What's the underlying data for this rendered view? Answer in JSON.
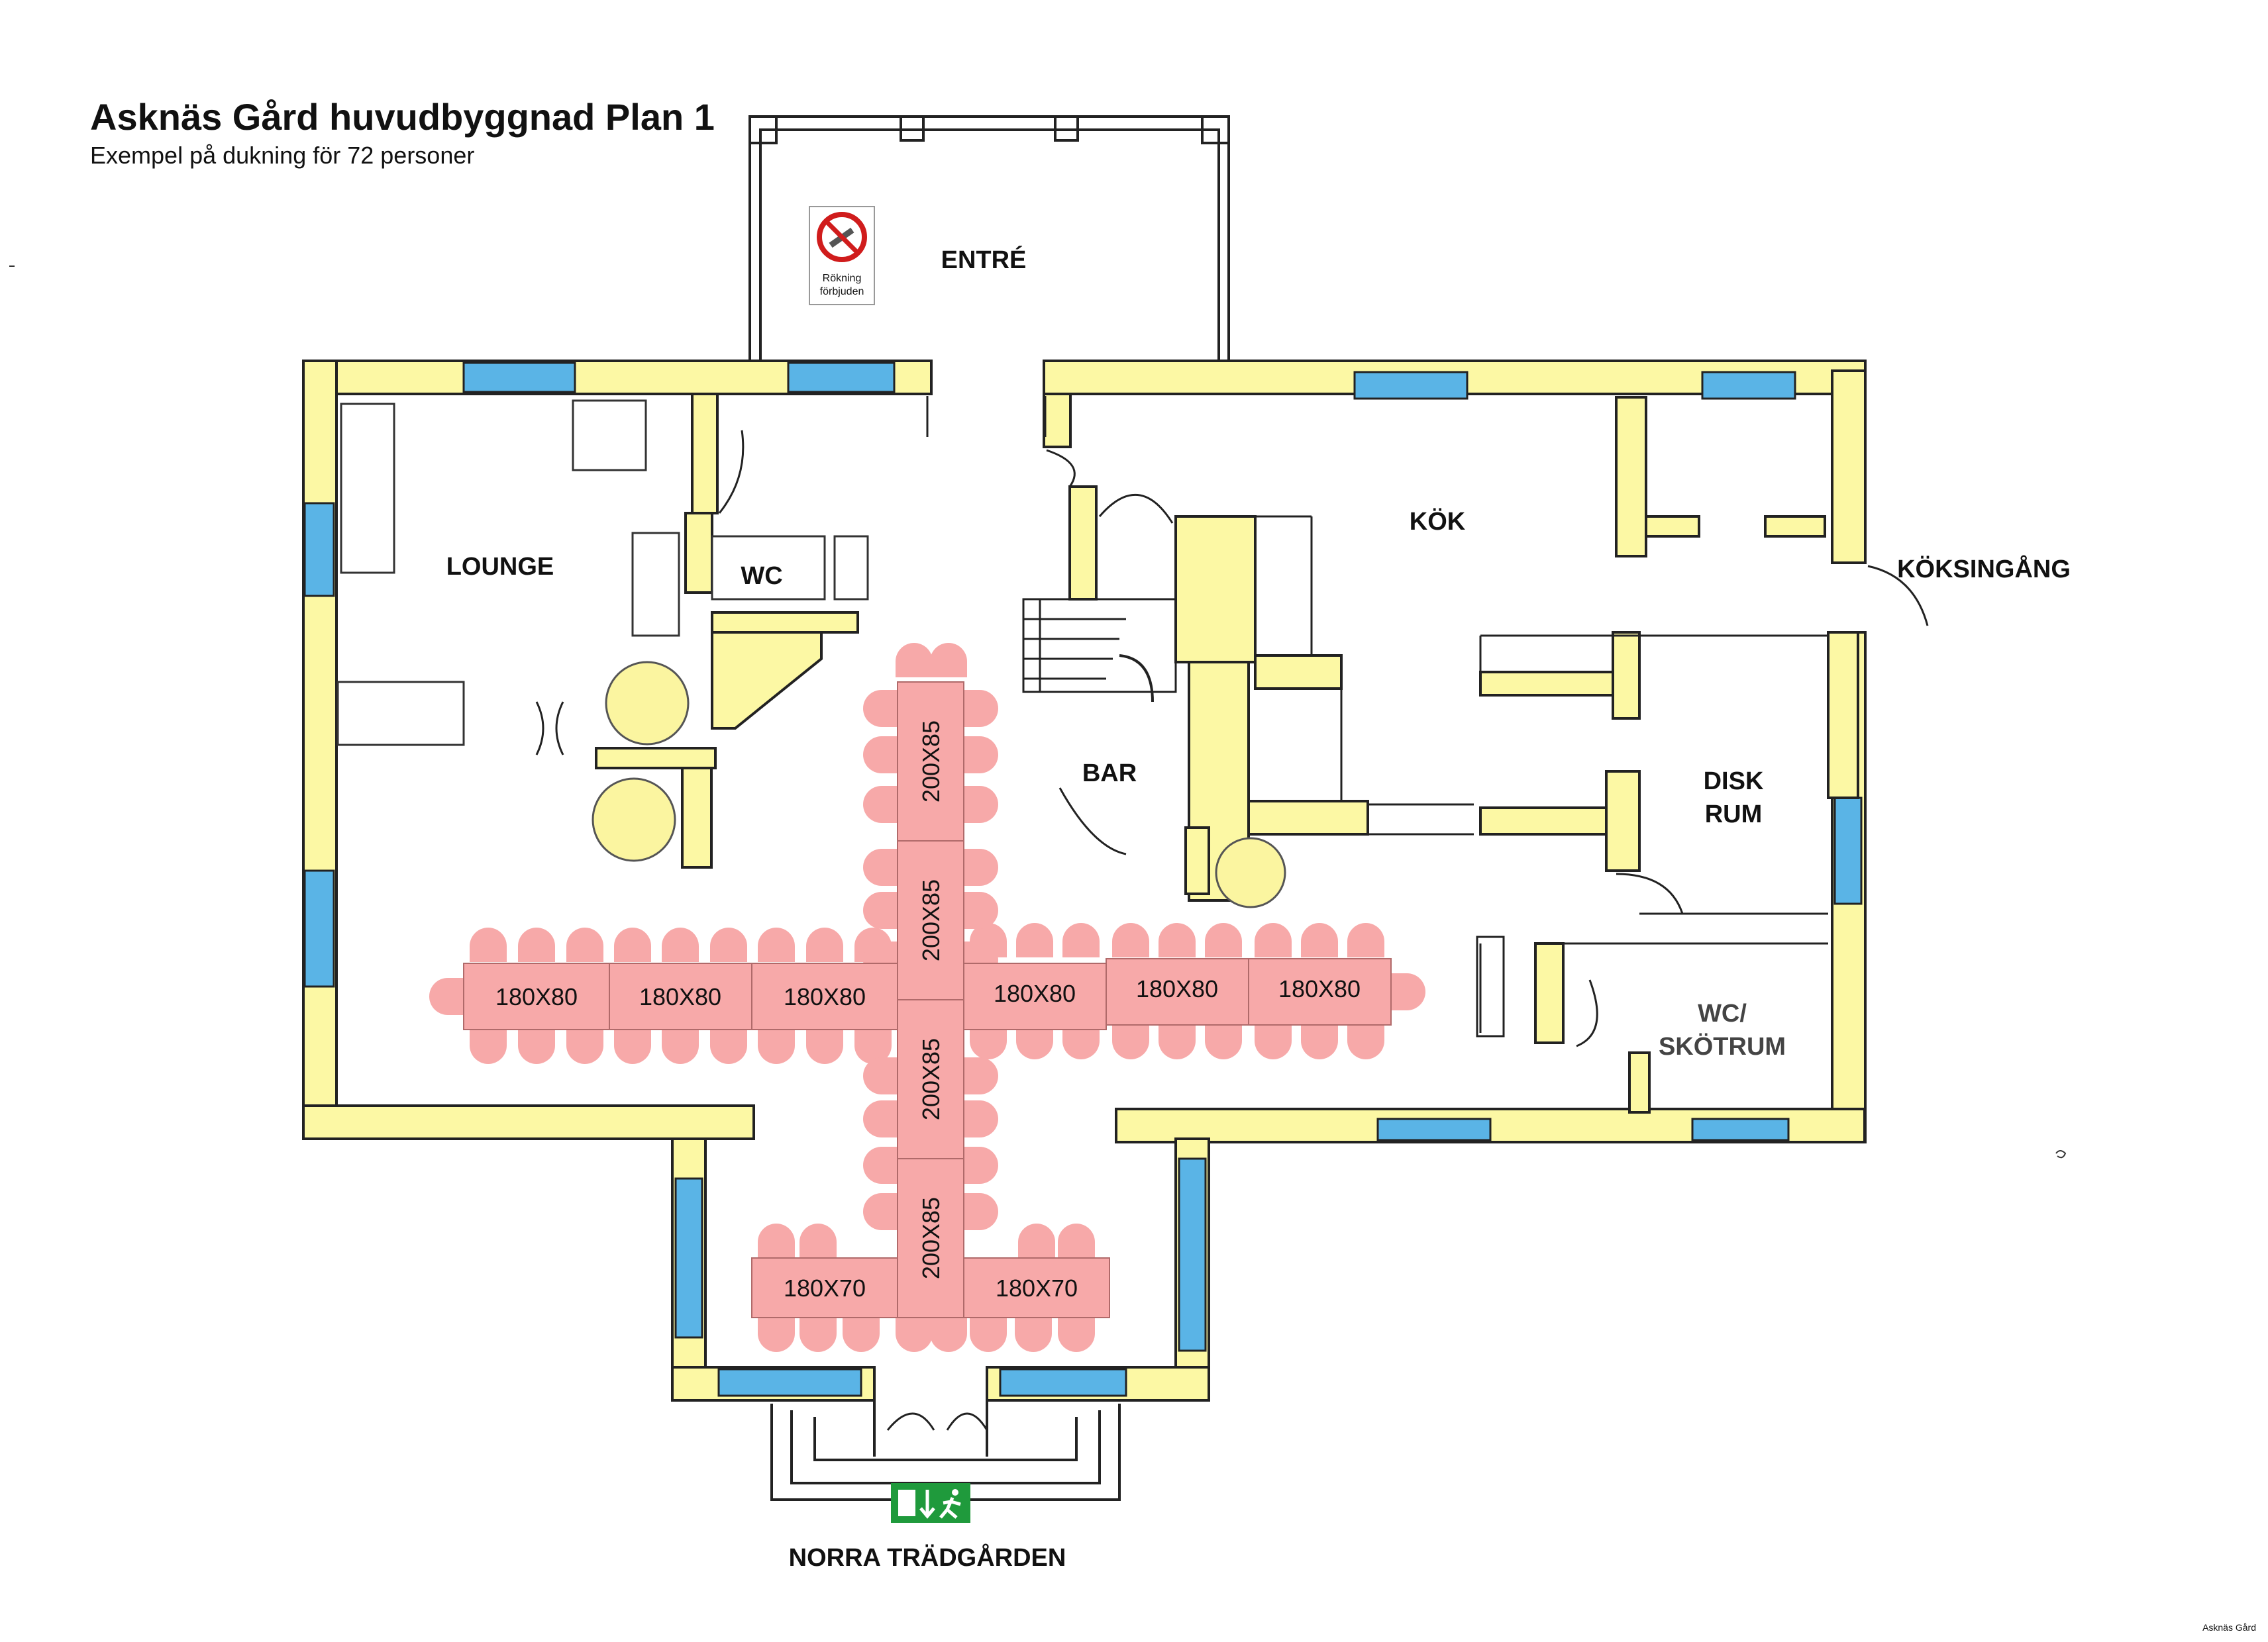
{
  "header": {
    "title": "Asknäs Gård huvudbyggnad Plan 1",
    "subtitle": "Exempel på dukning för 72 personer",
    "corner": "Asknäs Gård"
  },
  "rooms": {
    "entre": "ENTRÉ",
    "lounge": "LOUNGE",
    "wc": "WC",
    "kok": "KÖK",
    "koksingang": "KÖKSINGÅNG",
    "bar": "BAR",
    "disk_1": "DISK",
    "disk_2": "RUM",
    "wc_skotrum_1": "WC/",
    "wc_skotrum_2": "SKÖTRUM",
    "norra": "NORRA TRÄDGÅRDEN"
  },
  "sign": {
    "line1": "Rökning",
    "line2": "förbjuden"
  },
  "tables": {
    "h1": "180X80",
    "h2": "180X80",
    "h3": "180X80",
    "h4": "180X80",
    "h5": "180X80",
    "h6": "180X80",
    "v1": "200X85",
    "v2": "200X85",
    "v3": "200X85",
    "v4": "200X85",
    "b1": "180X70",
    "b2": "180X70"
  },
  "colors": {
    "wall": "#fcf8a4",
    "window": "#5ab4e6",
    "table": "#f7a9a9",
    "round_table": "#fbf5a0",
    "exit_sign": "#1f9a3c"
  }
}
